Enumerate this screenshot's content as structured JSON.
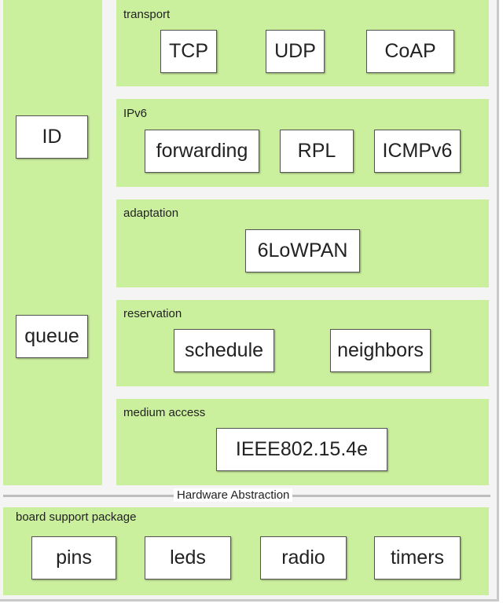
{
  "layers": {
    "transport": {
      "label": "transport",
      "items": [
        "TCP",
        "UDP",
        "CoAP"
      ]
    },
    "ipv6": {
      "label": "IPv6",
      "items": [
        "forwarding",
        "RPL",
        "ICMPv6"
      ]
    },
    "adaptation": {
      "label": "adaptation",
      "items": [
        "6LoWPAN"
      ]
    },
    "reservation": {
      "label": "reservation",
      "items": [
        "schedule",
        "neighbors"
      ]
    },
    "medium_access": {
      "label": "medium access",
      "items": [
        "IEEE802.15.4e"
      ]
    }
  },
  "side": {
    "items": [
      "ID",
      "queue"
    ]
  },
  "separator": {
    "label": "Hardware Abstraction"
  },
  "bsp": {
    "label": "board support package",
    "items": [
      "pins",
      "leds",
      "radio",
      "timers"
    ]
  },
  "colors": {
    "panel": "#cbf09d",
    "box_border": "#555555",
    "separator": "#bdbdbd"
  }
}
